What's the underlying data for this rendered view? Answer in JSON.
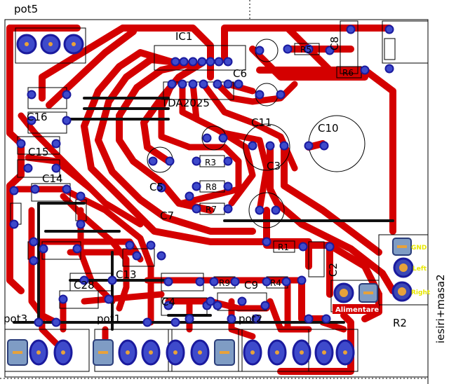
{
  "board": {
    "title_rotated": "iesiri+masa2",
    "connector_labels": {
      "pot5": "pot5",
      "pot3": "pot3",
      "pot1": "pot1",
      "pot2": "pot2",
      "r2": "R2",
      "alimentare": "Alimentare"
    },
    "ic_labels": {
      "ic1": "IC1",
      "tda": "TDA2025"
    },
    "capacitor_labels": {
      "c8": "C8",
      "c6": "C6",
      "c11": "C11",
      "c10": "C10",
      "c3": "C3",
      "c7": "C7",
      "c5": "C5",
      "c4": "C4",
      "c2": "C2",
      "c9": "C9",
      "c28": "C28",
      "c13": "C13",
      "c16": "C16",
      "c15": "C15",
      "c14": "C14"
    },
    "resistor_labels": {
      "r5": "R5",
      "r6": "R6",
      "r7": "R7",
      "r8": "R8",
      "r9": "R9",
      "r1": "R1",
      "r4": "R4",
      "r3": "R3"
    },
    "output_pads": {
      "gnd": "GND",
      "left": "Left",
      "right": "Right"
    }
  },
  "colors": {
    "trace": "#d40000",
    "pad": "#1a1a9e",
    "jumper": "#111111",
    "connector": "#7f9cc4",
    "gold": "#e8a23a"
  }
}
